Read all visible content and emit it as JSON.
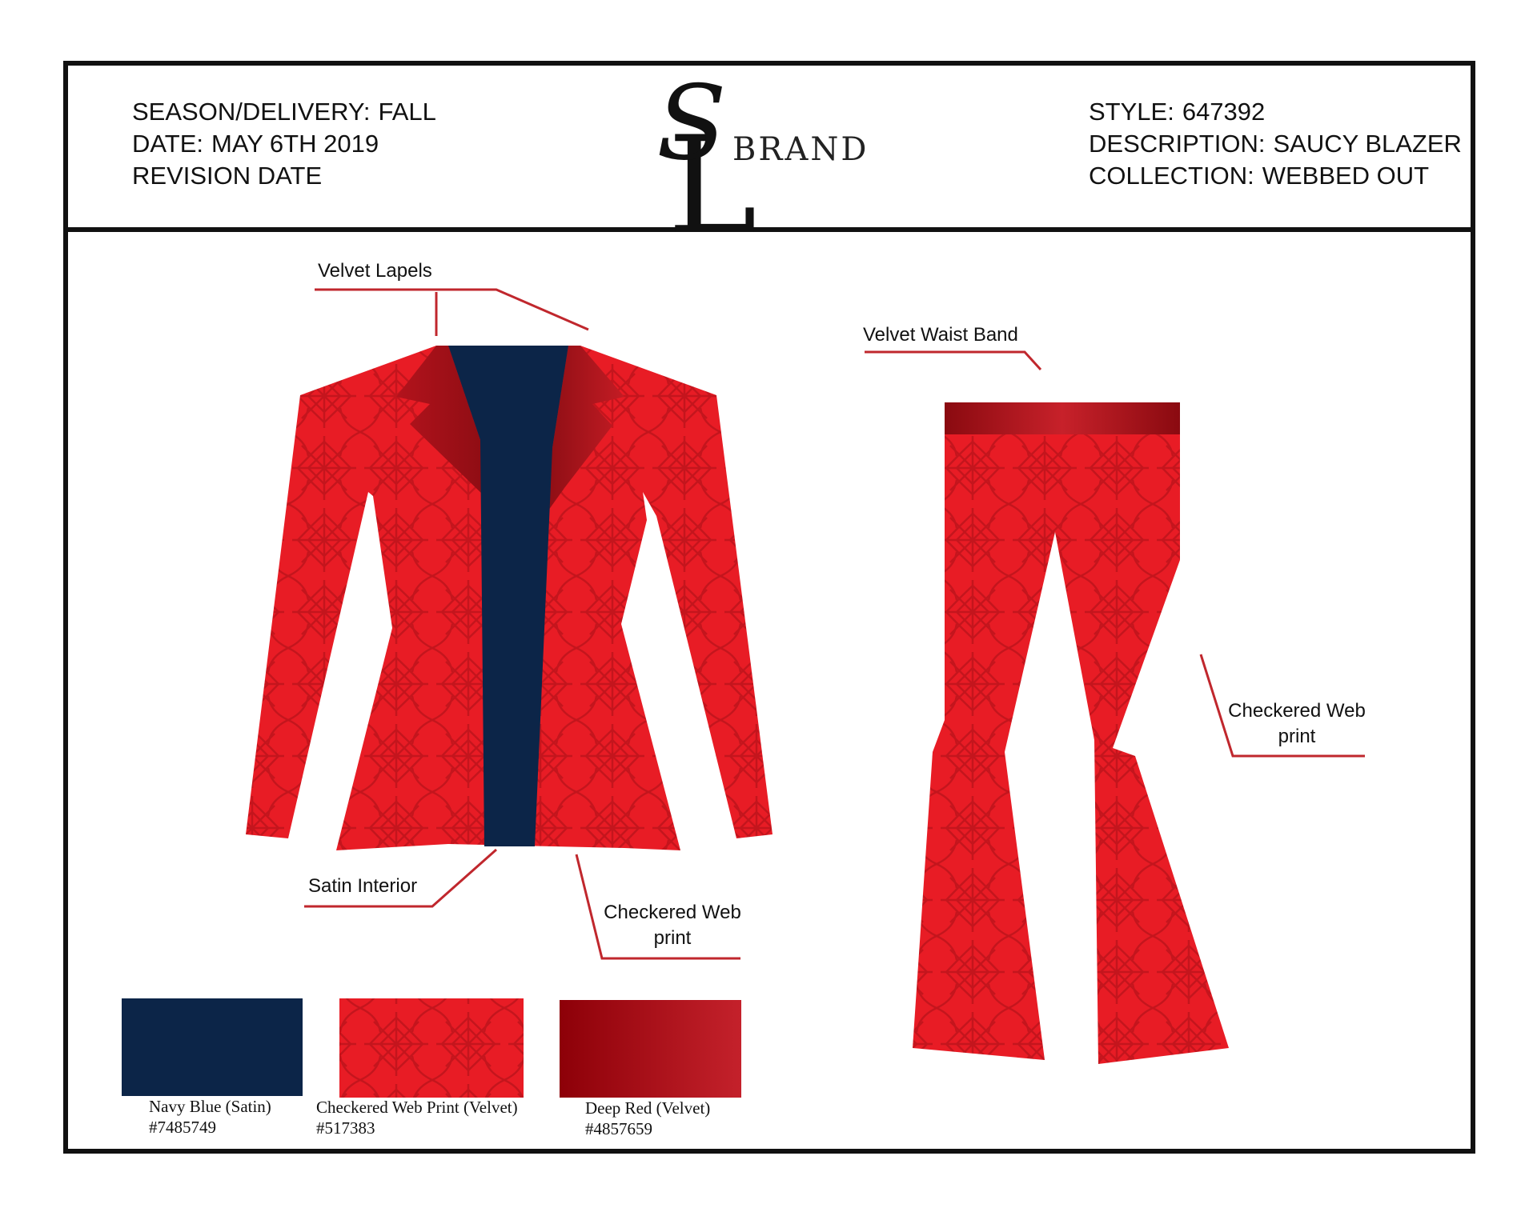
{
  "header": {
    "season_label": "SEASON/DELIVERY:",
    "season_value": "FALL",
    "date_label": "DATE:",
    "date_value": "MAY 6TH 2019",
    "revision_label": "REVISION DATE",
    "style_label": "STYLE:",
    "style_value": "647392",
    "description_label": "DESCRIPTION:",
    "description_value": "SAUCY BLAZER",
    "collection_label": "COLLECTION:",
    "collection_value": "WEBBED OUT"
  },
  "logo": {
    "monogram": "SL",
    "brand": "BRAND"
  },
  "callouts": {
    "velvet_lapels": "Velvet Lapels",
    "satin_interior": "Satin Interior",
    "jacket_print_line1": "Checkered Web",
    "jacket_print_line2": "print",
    "waist_band": "Velvet Waist Band",
    "pants_print_line1": "Checkered Web",
    "pants_print_line2": "print"
  },
  "swatches": [
    {
      "name": "Navy Blue (Satin)",
      "code": "#7485749",
      "color": "#0c2548"
    },
    {
      "name": "Checkered Web Print (Velvet)",
      "code": "#517383",
      "color": "#e81c25"
    },
    {
      "name": "Deep Red (Velvet)",
      "code": "#4857659",
      "color": "#a3101a"
    }
  ],
  "colors": {
    "garment_red": "#e81c25",
    "web_line": "#c4151d",
    "lapel_dark": "#9b0f16",
    "navy": "#0c2548",
    "callout_line": "#c0272d"
  }
}
